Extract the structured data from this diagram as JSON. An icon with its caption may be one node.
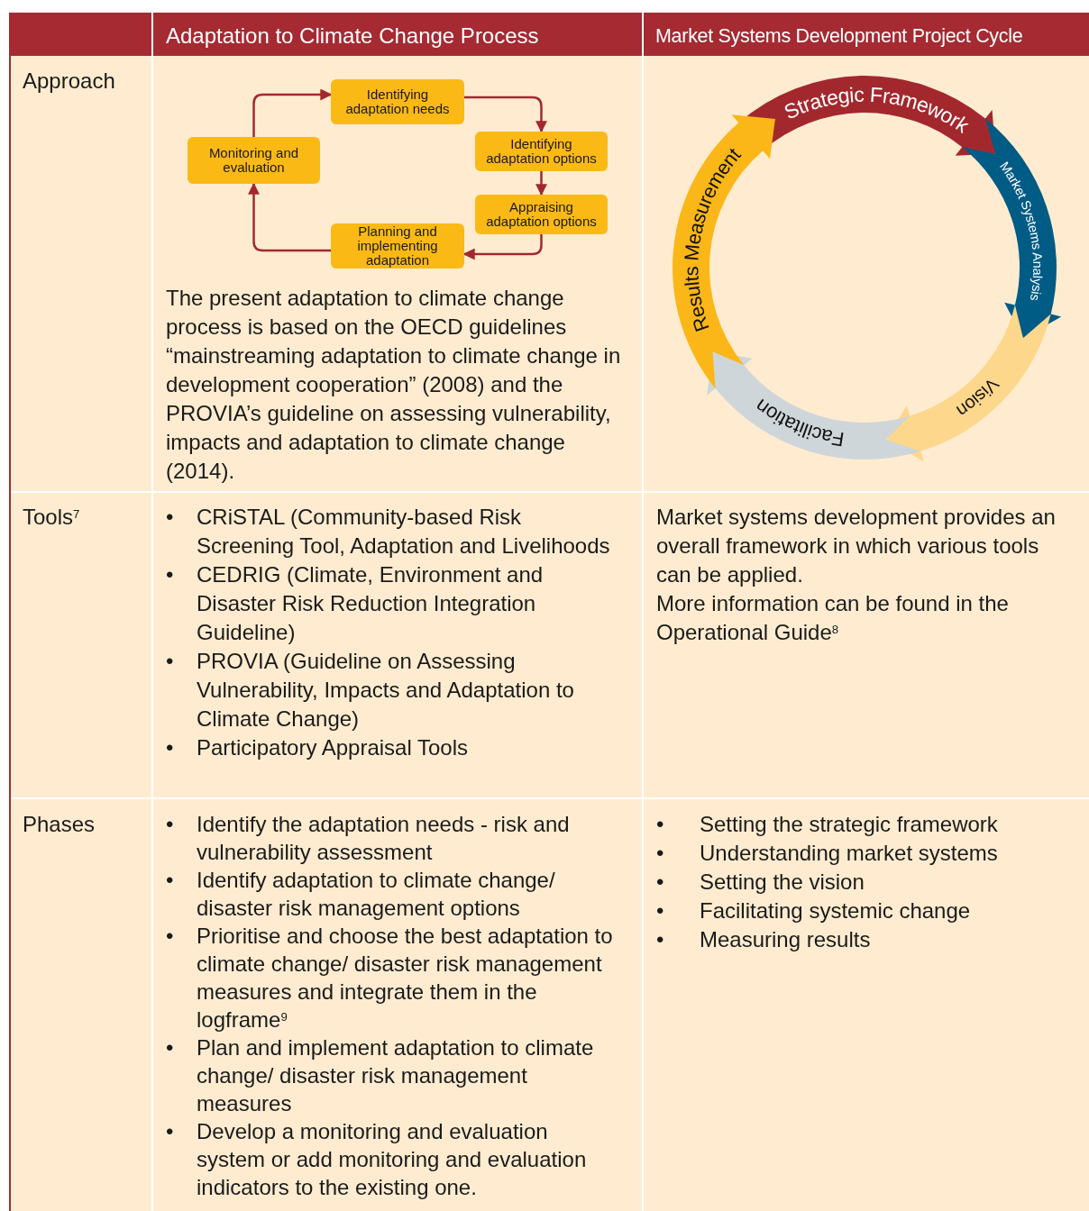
{
  "diagram": {
    "nodes": [
      {
        "text": [
          "Identifying adaptation needs"
        ]
      },
      {
        "text": [
          "Identifying adaptation options"
        ]
      },
      {
        "text": [
          "Appraising adaptation options"
        ]
      },
      {
        "text": [
          "Planning and implementing adaptation"
        ]
      },
      {
        "text": [
          "Monitoring and evaluation"
        ]
      },
      {
        "text": [
          "Strategic Framework"
        ]
      },
      {
        "text": [
          "Market Systems Analysis"
        ]
      },
      {
        "text": [
          "Vision"
        ]
      },
      {
        "text": [
          "Facilitation"
        ]
      },
      {
        "text": [
          "Results Measurement"
        ]
      }
    ],
    "edges": [
      {
        "from": 0,
        "to": 1,
        "arrow": "to"
      },
      {
        "from": 1,
        "to": 2,
        "arrow": "to"
      },
      {
        "from": 2,
        "to": 3,
        "arrow": "to"
      },
      {
        "from": 3,
        "to": 4,
        "arrow": "to"
      },
      {
        "from": 4,
        "to": 0,
        "arrow": "to"
      }
    ],
    "labels": [
      "Adaptation to Climate Change Process",
      "Market Systems Development Project Cycle",
      "Approach",
      "The present adaptation to climate change process is based on the OECD guidelines “mainstreaming adaptation to climate change in development cooperation” (2008) and the PROVIA’s guideline on assessing vulnerability, impacts and adaptation to climate change (2014).",
      "Tools$^{7}$",
      "•",
      "CRiSTAL (Community-based Risk Screening Tool, Adaptation and Livelihoods",
      "•",
      "CEDRIG (Climate, Environment and Disaster Risk Reduction Integration Guideline)",
      "•",
      "PROVIA (Guideline on Assessing Vulnerability, Impacts and Adaptation to Climate Change)",
      "•",
      "Participatory Appraisal Tools",
      "Market systems development provides an overall framework in which various tools can be applied.",
      "More information can be found in the Operational Guide$^{8}$",
      "Phases",
      "•",
      "Identify the adaptation needs - risk and vulnerability assessment",
      "•",
      "Identify adaptation to climate change/ disaster risk management options",
      "•",
      "Prioritise and choose the best adaptation to climate change/ disaster risk management measures and integrate them in the logframe$^{9}$",
      "•",
      "Plan and implement adaptation to climate change/ disaster risk management measures",
      "•",
      "Develop a monitoring and evaluation system or add monitoring and evaluation indicators to the existing one.",
      "•",
      "Setting the strategic framework",
      "•",
      "Understanding market systems",
      "•",
      "Setting the vision",
      "•",
      "Facilitating systemic change",
      "•",
      "Measuring results"
    ]
  }
}
